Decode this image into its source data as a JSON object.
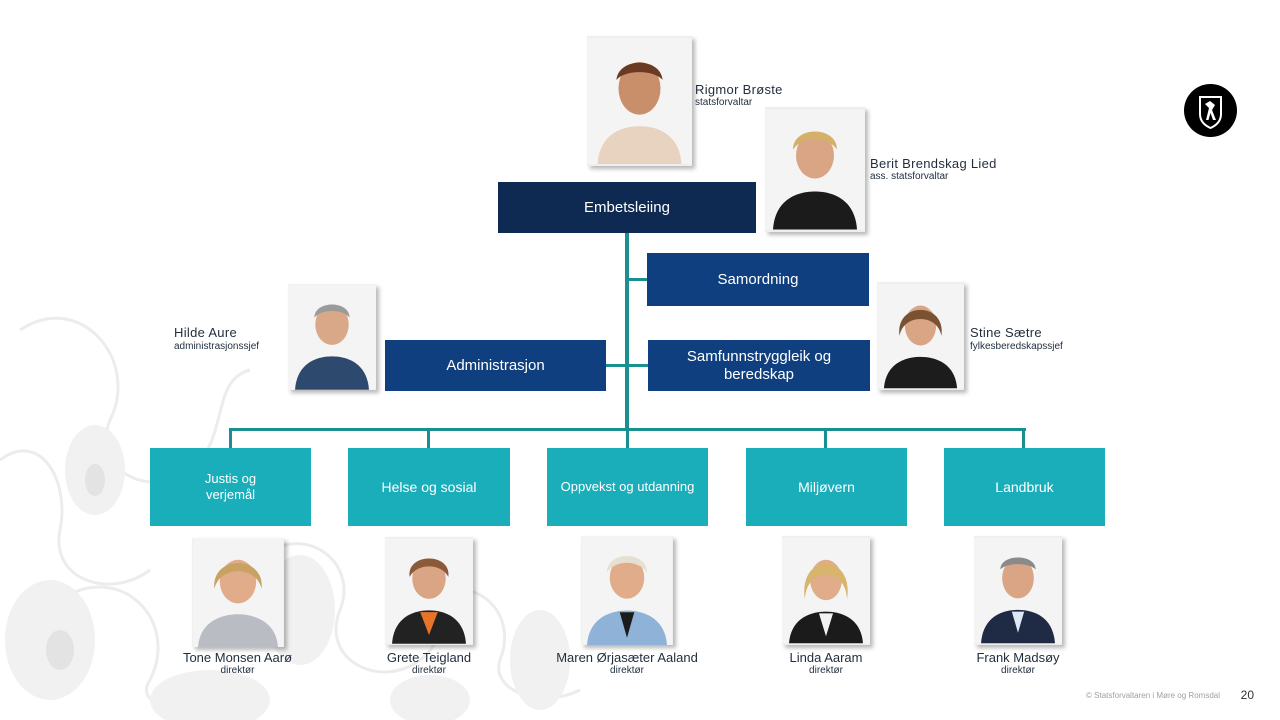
{
  "leadership": {
    "box_label": "Embetsleiing",
    "person1": {
      "name": "Rigmor Brøste",
      "title": "statsforvaltar"
    },
    "person2": {
      "name": "Berit Brendskag Lied",
      "title": "ass. statsforvaltar"
    }
  },
  "staff": {
    "samordning": "Samordning",
    "samfunn": "Samfunnstryggleik og beredskap",
    "administrasjon": "Administrasjon",
    "admin_person": {
      "name": "Hilde Aure",
      "title": "administrasjonssjef"
    },
    "samfunn_person": {
      "name": "Stine Sætre",
      "title": "fylkesberedskapssjef"
    }
  },
  "departments": [
    {
      "label": "Justis og verjemål",
      "name": "Tone Monsen Aarø",
      "title": "direktør"
    },
    {
      "label": "Helse og sosial",
      "name": "Grete Teigland",
      "title": "direktør"
    },
    {
      "label": "Oppvekst og utdanning",
      "name": "Maren Ørjasæter Aaland",
      "title": "direktør"
    },
    {
      "label": "Miljøvern",
      "name": "Linda Aaram",
      "title": "direktør"
    },
    {
      "label": "Landbruk",
      "name": "Frank Madsøy",
      "title": "direktør"
    }
  ],
  "footer": {
    "text": "© Statsforvaltaren i Møre og Romsdal",
    "page": "20"
  },
  "colors": {
    "dark_box": "#0f2a52",
    "mid_box": "#0f3f7e",
    "teal_box": "#1aaebb",
    "connector": "#1a8f92"
  }
}
